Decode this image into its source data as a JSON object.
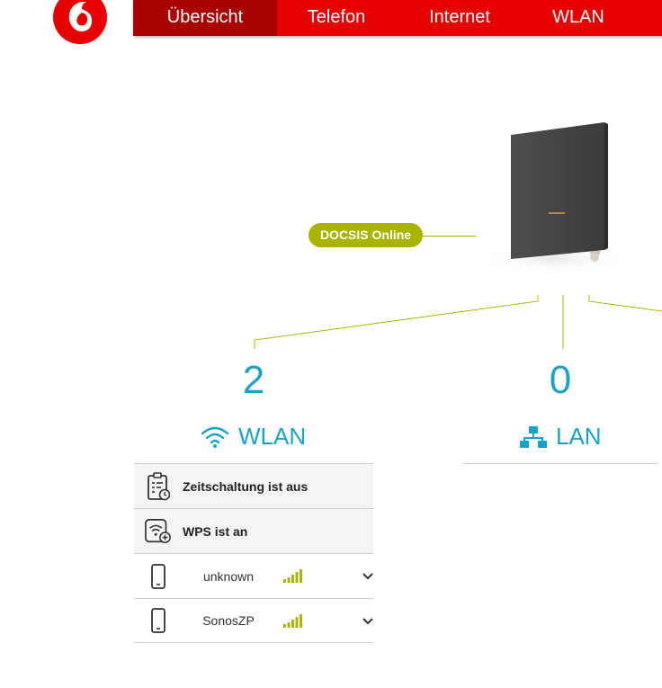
{
  "brand": {
    "logo": "vodafone-logo",
    "color": "#e60000"
  },
  "nav": {
    "items": [
      {
        "label": "Übersicht",
        "active": true
      },
      {
        "label": "Telefon",
        "active": false
      },
      {
        "label": "Internet",
        "active": false
      },
      {
        "label": "WLAN",
        "active": false
      }
    ]
  },
  "status": {
    "label": "DOCSIS Online",
    "color": "#a8b400"
  },
  "wlan": {
    "count": "2",
    "title": "WLAN",
    "settings": [
      {
        "label": "Zeitschaltung ist aus",
        "icon": "schedule-icon"
      },
      {
        "label": "WPS ist an",
        "icon": "wps-icon"
      }
    ],
    "devices": [
      {
        "name": "unknown",
        "icon": "phone-icon",
        "signal": 5
      },
      {
        "name": "SonosZP",
        "icon": "phone-icon",
        "signal": 5
      }
    ]
  },
  "lan": {
    "count": "0",
    "title": "LAN"
  },
  "accent_color": "#1aa3c8"
}
